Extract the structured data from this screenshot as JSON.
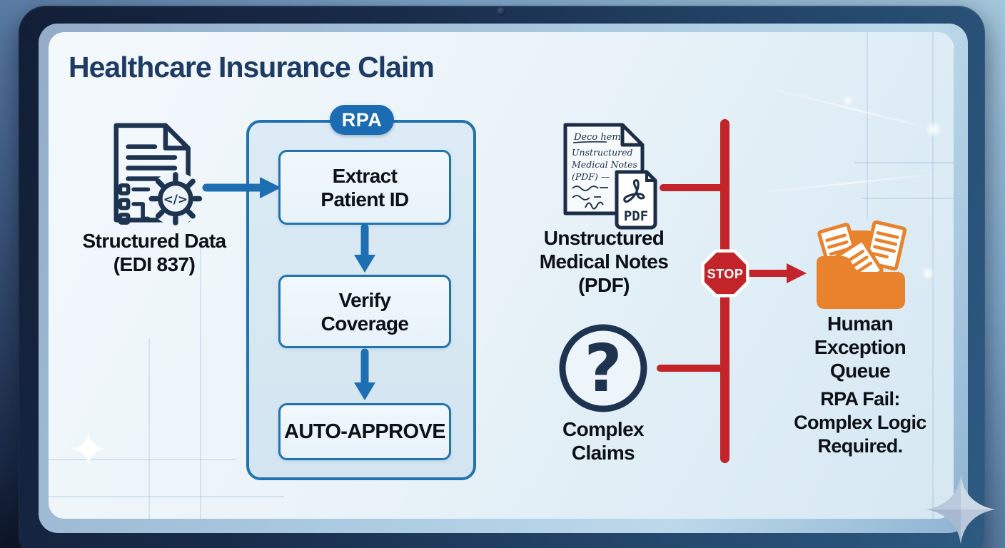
{
  "title": "Healthcare Insurance Claim",
  "colors": {
    "accent_blue": "#1e6fb2",
    "border_blue": "#2273ad",
    "badge_blue": "#1b6cb3",
    "alert_red": "#c3242a",
    "queue_orange": "#e8822c",
    "icon_navy": "#1d3350",
    "title_navy": "#1d3b63"
  },
  "automation": {
    "badge": "RPA",
    "input": {
      "label_lines": [
        "Structured Data",
        "(EDI 837)"
      ],
      "gear_glyph": "</>"
    },
    "steps": [
      {
        "lines": [
          "Extract",
          "Patient ID"
        ]
      },
      {
        "lines": [
          "Verify",
          "Coverage"
        ]
      },
      {
        "lines": [
          "AUTO-APPROVE"
        ]
      }
    ]
  },
  "exception": {
    "document": {
      "handwriting": {
        "heading": "Deco hem",
        "line1": "Unstructured",
        "line2": "Medical Notes",
        "line3": "(PDF) —"
      },
      "pdf_badge": "PDF",
      "label_lines": [
        "Unstructured",
        "Medical Notes",
        "(PDF)"
      ]
    },
    "complex": {
      "glyph": "?",
      "label_lines": [
        "Complex",
        "Claims"
      ]
    },
    "stop_label": "STOP",
    "queue": {
      "label_lines": [
        "Human",
        "Exception",
        "Queue"
      ],
      "note_lines": [
        "RPA Fail:",
        "Complex Logic",
        "Required."
      ]
    }
  }
}
